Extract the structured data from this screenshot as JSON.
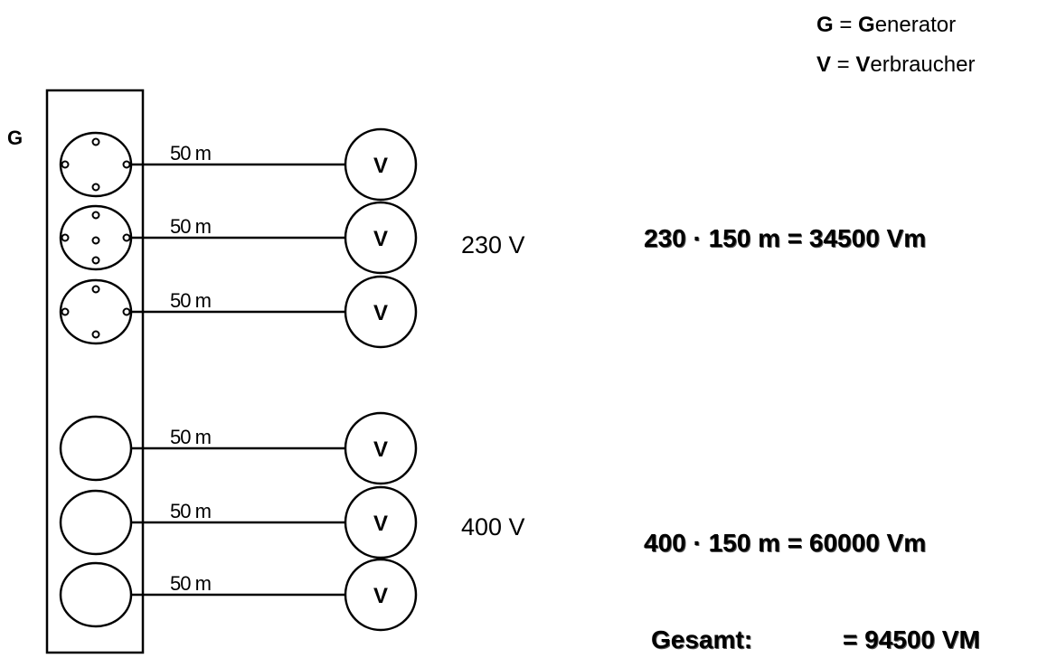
{
  "legend": [
    {
      "letter": "G",
      "sep": " = ",
      "word_initial": "G",
      "word_rest": "enerator"
    },
    {
      "letter": "V",
      "sep": " = ",
      "word_initial": "V",
      "word_rest": "erbraucher"
    }
  ],
  "generator_label": "G",
  "consumer_label": "V",
  "cable_length_label": "50 m",
  "groups": [
    {
      "voltage_label": "230 V",
      "equation": "230 · 150 m = 34500 Vm",
      "outlet_type": "schuko-socket",
      "outlets": 3
    },
    {
      "voltage_label": "400 V",
      "equation": "400 · 150 m = 60000 Vm",
      "outlet_type": "cee-socket",
      "outlets": 3
    }
  ],
  "total": {
    "label": "Gesamt:",
    "value": "= 94500 VM"
  }
}
